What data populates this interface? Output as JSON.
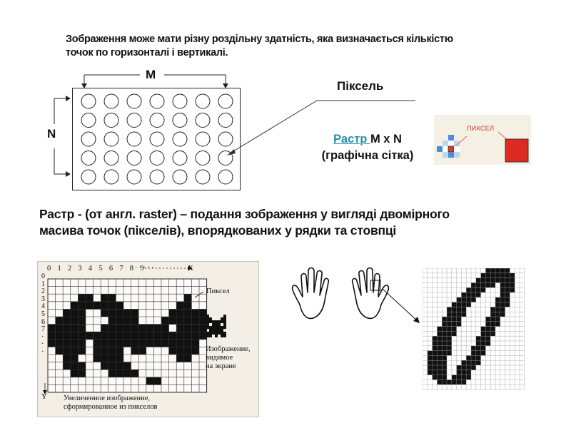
{
  "intro_text": "Зображення може мати різну роздільну здатність, яка визначається кількістю точок по горизонталі і вертикалі.",
  "grid_diagram": {
    "label_m": "M",
    "label_n": "N",
    "rows": 5,
    "cols": 7
  },
  "pixel_label": "Піксель",
  "raster_caption": {
    "link_text": "Растр ",
    "rest_line1": "M x N",
    "line2": "(графічна сітка)"
  },
  "pixel_thumb": {
    "label": "ПИКСЕЛ",
    "accent_color": "#e03a2a"
  },
  "definition_text": "Растр - (от англ. raster) – подання зображення у вигляді двомірного масива точок (пікселів), впорядкованих у рядки та стовпці",
  "figure_grid": {
    "top_numbers": "0 1 2 3 4 5 6 7 8 9",
    "dots": "· · · · ·",
    "x_axis": "X",
    "y_axis": "Y",
    "left_numbers": [
      "0",
      "1",
      "2",
      "3",
      "4",
      "5",
      "6",
      "7",
      "·",
      "·",
      "·"
    ],
    "pixel_label": "Пиксел",
    "screen_caption": [
      "Изображение,",
      "видимое",
      "на экране"
    ],
    "bottom_caption": [
      "Увеличенное изображение,",
      "сформированное из пикселов"
    ]
  }
}
